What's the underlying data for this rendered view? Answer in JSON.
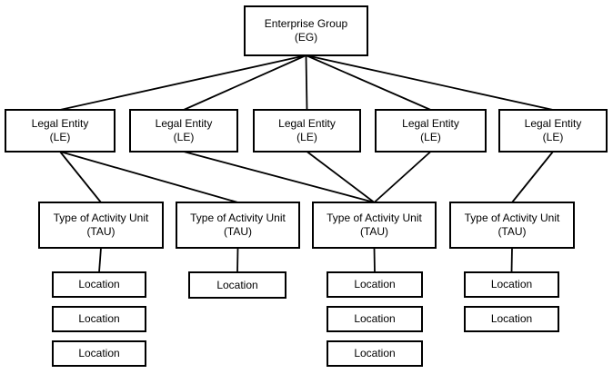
{
  "diagram": {
    "background_color": "#ffffff",
    "box_fill_color": "#ffffff",
    "box_border_color": "#000000",
    "line_color": "#000000",
    "text_color": "#000000",
    "nodes": [
      {
        "id": "eg",
        "label": "Enterprise Group",
        "abbr": "(EG)"
      },
      {
        "id": "le1",
        "label": "Legal Entity",
        "abbr": "(LE)"
      },
      {
        "id": "le2",
        "label": "Legal Entity",
        "abbr": "(LE)"
      },
      {
        "id": "le3",
        "label": "Legal Entity",
        "abbr": "(LE)"
      },
      {
        "id": "le4",
        "label": "Legal Entity",
        "abbr": "(LE)"
      },
      {
        "id": "le5",
        "label": "Legal Entity",
        "abbr": "(LE)"
      },
      {
        "id": "tau1",
        "label": "Type of Activity Unit",
        "abbr": "(TAU)"
      },
      {
        "id": "tau2",
        "label": "Type of Activity Unit",
        "abbr": "(TAU)"
      },
      {
        "id": "tau3",
        "label": "Type of Activity Unit",
        "abbr": "(TAU)"
      },
      {
        "id": "tau4",
        "label": "Type of Activity Unit",
        "abbr": "(TAU)"
      },
      {
        "id": "loc1a",
        "label": "Location"
      },
      {
        "id": "loc1b",
        "label": "Location"
      },
      {
        "id": "loc1c",
        "label": "Location"
      },
      {
        "id": "loc2a",
        "label": "Location"
      },
      {
        "id": "loc3a",
        "label": "Location"
      },
      {
        "id": "loc3b",
        "label": "Location"
      },
      {
        "id": "loc3c",
        "label": "Location"
      },
      {
        "id": "loc4a",
        "label": "Location"
      },
      {
        "id": "loc4b",
        "label": "Location"
      }
    ],
    "edges": [
      [
        "eg",
        "le1"
      ],
      [
        "eg",
        "le2"
      ],
      [
        "eg",
        "le3"
      ],
      [
        "eg",
        "le4"
      ],
      [
        "eg",
        "le5"
      ],
      [
        "le1",
        "tau1"
      ],
      [
        "le1",
        "tau2"
      ],
      [
        "le2",
        "tau3"
      ],
      [
        "le3",
        "tau3"
      ],
      [
        "le4",
        "tau3"
      ],
      [
        "le5",
        "tau4"
      ],
      [
        "tau1",
        "loc1a"
      ],
      [
        "tau2",
        "loc2a"
      ],
      [
        "tau3",
        "loc3a"
      ],
      [
        "tau4",
        "loc4a"
      ]
    ]
  }
}
